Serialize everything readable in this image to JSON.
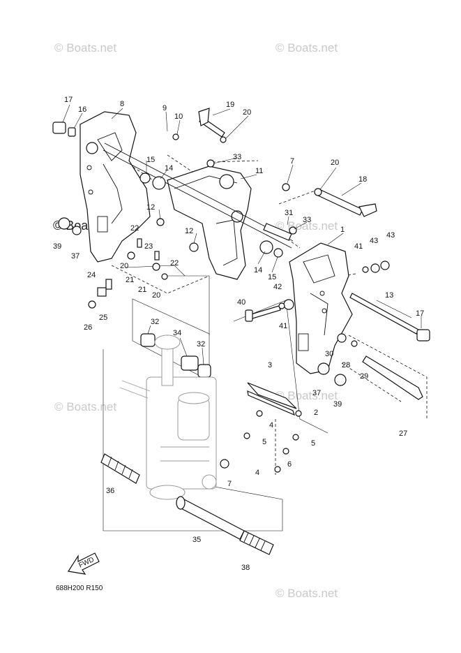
{
  "watermarks": [
    "© Boats.net",
    "© Boats.net",
    "© Boats.net",
    "© Boats.net",
    "© Boats.net",
    "© Boats.net",
    "© Boats.net"
  ],
  "diagram_code": "688H200 R150",
  "fwd_label": "FWD",
  "callouts": [
    "17",
    "16",
    "8",
    "9",
    "10",
    "19",
    "20",
    "33",
    "15",
    "14",
    "11",
    "7",
    "20",
    "18",
    "12",
    "12",
    "22",
    "23",
    "22",
    "20",
    "21",
    "21",
    "20",
    "31",
    "33",
    "1",
    "41",
    "43",
    "43",
    "39",
    "37",
    "24",
    "25",
    "26",
    "14",
    "15",
    "42",
    "41",
    "40",
    "13",
    "17",
    "32",
    "34",
    "32",
    "30",
    "28",
    "29",
    "3",
    "2",
    "37",
    "39",
    "4",
    "5",
    "5",
    "27",
    "6",
    "4",
    "7",
    "36",
    "35",
    "38"
  ]
}
